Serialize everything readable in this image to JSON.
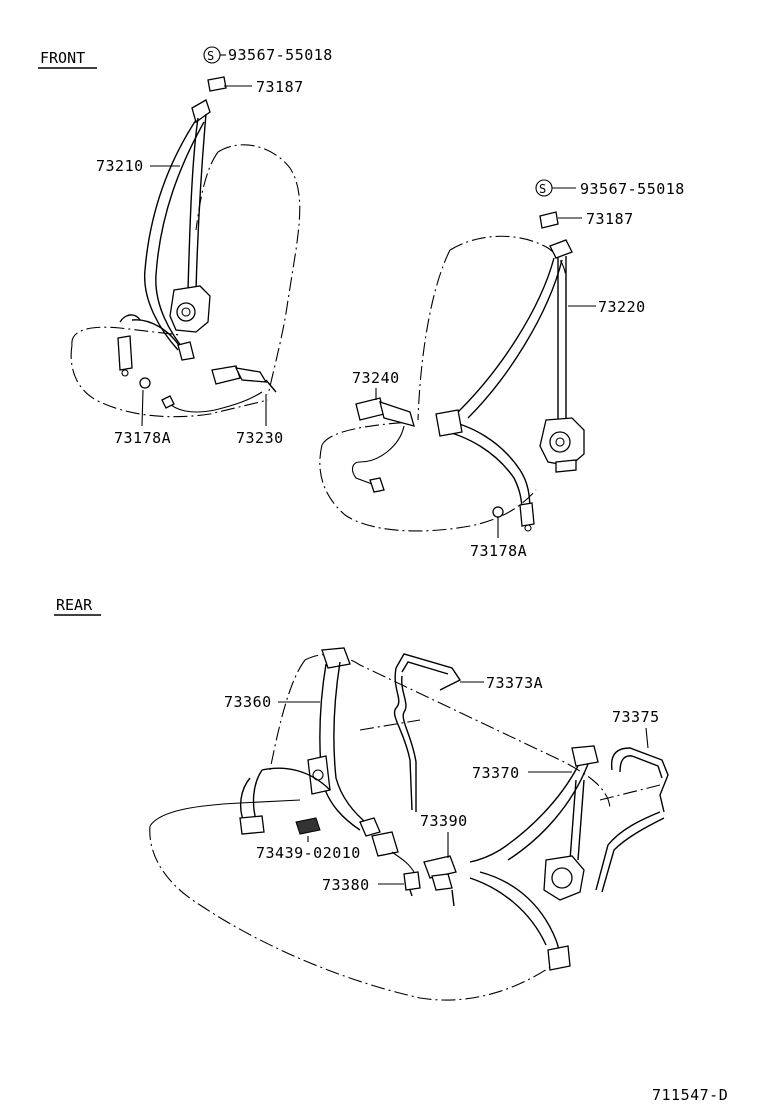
{
  "sections": {
    "front": "FRONT",
    "rear": "REAR"
  },
  "front": {
    "bolt_symbol": "S",
    "left_bolt": "93567-55018",
    "left_anchor_cover": "73187",
    "left_belt": "73210",
    "left_grommet": "73178A",
    "left_buckle": "73230",
    "right_bolt_symbol": "S",
    "right_bolt": "93567-55018",
    "right_anchor_cover": "73187",
    "right_belt": "73220",
    "right_buckle": "73240",
    "right_grommet": "73178A"
  },
  "rear": {
    "left_belt": "73360",
    "bracket_left": "73373A",
    "bracket_right": "73375",
    "right_belt": "73370",
    "center_buckle": "73390",
    "label_plate": "73439-02010",
    "buckle_bolt": "73380"
  },
  "figure_id": "711547-D"
}
